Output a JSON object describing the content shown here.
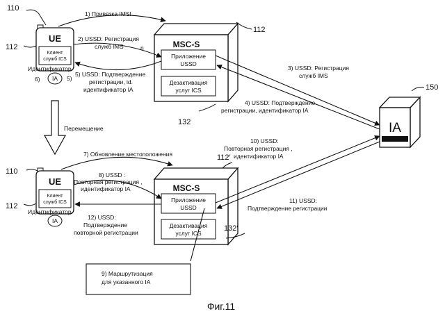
{
  "figure": {
    "caption": "Фиг.11"
  },
  "refs": {
    "ue_top": "110",
    "ue_bottom": "110",
    "ue_label_top": "112",
    "ue_label_bottom": "112",
    "msc_top": "112",
    "msc_bottom": "112′",
    "ia": "150",
    "deact_top": "132",
    "deact_bottom": "132′",
    "six": "6)",
    "five": "5)",
    "n": "n"
  },
  "ue": {
    "title": "UE",
    "client": [
      "Клиент",
      "служб ICS"
    ],
    "ident": "Идентификатор",
    "ia": "IA"
  },
  "msc": {
    "title": "MSC-S",
    "app": [
      "Приложение",
      "USSD"
    ],
    "deact": [
      "Дезактивация",
      "услуг ICS"
    ]
  },
  "ia_node": {
    "label": "IA"
  },
  "messages": {
    "m1": [
      "1) Привязка IMSI"
    ],
    "m2": [
      "2) USSD: Регистрация",
      "служб IMS"
    ],
    "m3": [
      "3) USSD: Регистрация",
      "служб IMS"
    ],
    "m4": [
      "4) USSD: Подтверждение",
      "регистрации, идентификатор IA"
    ],
    "m5": [
      "5) USSD: Подтверждение",
      "регистрации,  id.",
      "идентификатор IA"
    ],
    "move": "Перемещение",
    "m7": "7) Обновление местоположения",
    "m8": [
      "8) USSD :",
      "Повторная регистрация ,",
      "идентификатор IA"
    ],
    "m9": [
      "9) Маршрутизация",
      "для указанного IA"
    ],
    "m10": [
      "10) USSD:",
      "Повторная регистрация ,",
      "идентификатор IA"
    ],
    "m11": [
      "11) USSD:",
      "Подтверждение регистрации"
    ],
    "m12": [
      "12) USSD:",
      "Подтверждение",
      "повторной регистрации"
    ]
  }
}
